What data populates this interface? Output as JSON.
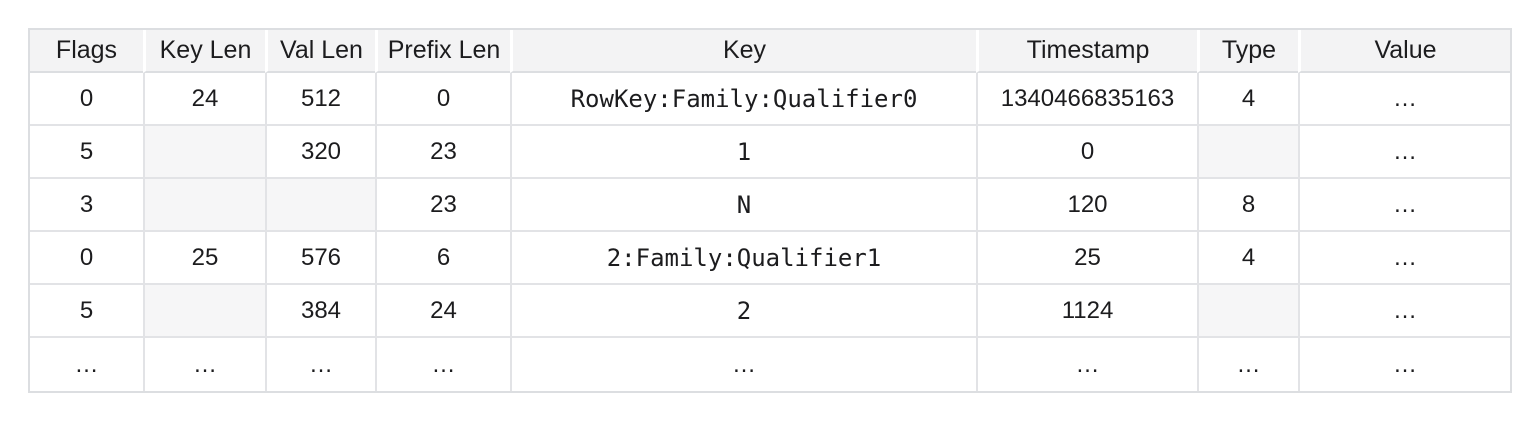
{
  "table": {
    "columns": [
      "Flags",
      "Key Len",
      "Val Len",
      "Prefix Len",
      "Key",
      "Timestamp",
      "Type",
      "Value"
    ],
    "rows": [
      {
        "cells": [
          {
            "text": "0"
          },
          {
            "text": "24"
          },
          {
            "text": "512"
          },
          {
            "text": "0"
          },
          {
            "text": "RowKey:Family:Qualifier0",
            "mono": true
          },
          {
            "text": "1340466835163"
          },
          {
            "text": "4"
          },
          {
            "text": "…"
          }
        ]
      },
      {
        "cells": [
          {
            "text": "5"
          },
          {
            "text": "",
            "shaded": true
          },
          {
            "text": "320"
          },
          {
            "text": "23"
          },
          {
            "text": "1",
            "mono": true
          },
          {
            "text": "0"
          },
          {
            "text": "",
            "shaded": true
          },
          {
            "text": "…"
          }
        ]
      },
      {
        "cells": [
          {
            "text": "3"
          },
          {
            "text": "",
            "shaded": true
          },
          {
            "text": "",
            "shaded": true
          },
          {
            "text": "23"
          },
          {
            "text": "N",
            "mono": true
          },
          {
            "text": "120"
          },
          {
            "text": "8"
          },
          {
            "text": "…"
          }
        ]
      },
      {
        "cells": [
          {
            "text": "0"
          },
          {
            "text": "25"
          },
          {
            "text": "576"
          },
          {
            "text": "6"
          },
          {
            "text": "2:Family:Qualifier1",
            "mono": true
          },
          {
            "text": "25"
          },
          {
            "text": "4"
          },
          {
            "text": "…"
          }
        ]
      },
      {
        "cells": [
          {
            "text": "5"
          },
          {
            "text": "",
            "shaded": true
          },
          {
            "text": "384"
          },
          {
            "text": "24"
          },
          {
            "text": "2",
            "mono": true
          },
          {
            "text": "1124"
          },
          {
            "text": "",
            "shaded": true
          },
          {
            "text": "…"
          }
        ]
      },
      {
        "cells": [
          {
            "text": "…"
          },
          {
            "text": "…"
          },
          {
            "text": "…"
          },
          {
            "text": "…"
          },
          {
            "text": "…"
          },
          {
            "text": "…"
          },
          {
            "text": "…"
          },
          {
            "text": "…"
          }
        ]
      }
    ]
  },
  "colors": {
    "header_background": "#f3f3f4",
    "grid_line": "#dcdee1",
    "shaded_cell_background": "#f6f6f7",
    "text": "#1c1c1e"
  }
}
